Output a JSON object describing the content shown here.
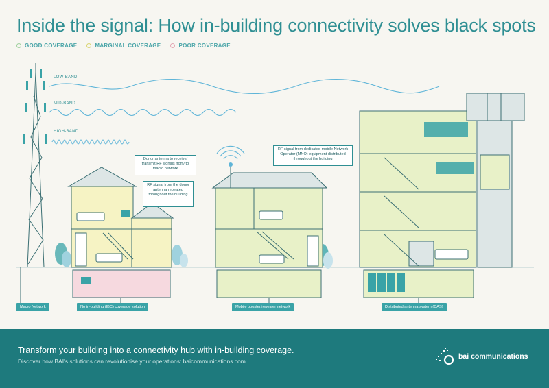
{
  "title": "Inside the signal: How in-building connectivity solves black spots",
  "legend": [
    "GOOD COVERAGE",
    "MARGINAL COVERAGE",
    "POOR COVERAGE"
  ],
  "bands": {
    "low": "LOW-BAND",
    "mid": "MID-BAND",
    "high": "HIGH-BAND"
  },
  "callouts": {
    "donor": "Donor antenna to receive/ transmit RF signals from/ to macro network",
    "repeat": "RF signal from the donor antenna repeated throughout the building",
    "mno": "RF signal from dedicated mobile Network Operator (MNO) equipment distributed throughout the building"
  },
  "labels": {
    "macro": "Macro Network",
    "ibc": "No in-building (IBC) coverage solution",
    "booster": "Mobile booster/repeater network",
    "das": "Distributed antenna system (DAS)"
  },
  "footer": {
    "headline": "Transform your building into a connectivity hub with in-building coverage.",
    "sub": "Discover how BAI's solutions can revolutionise your operations: baicommunications.com"
  },
  "brand": {
    "name": "bai communications"
  },
  "colors": {
    "teal": "#2f8f93",
    "good": "#e8f1c8",
    "marginal": "#f6f3c4",
    "poor": "#f6d9df",
    "footer": "#1e7a7d"
  }
}
